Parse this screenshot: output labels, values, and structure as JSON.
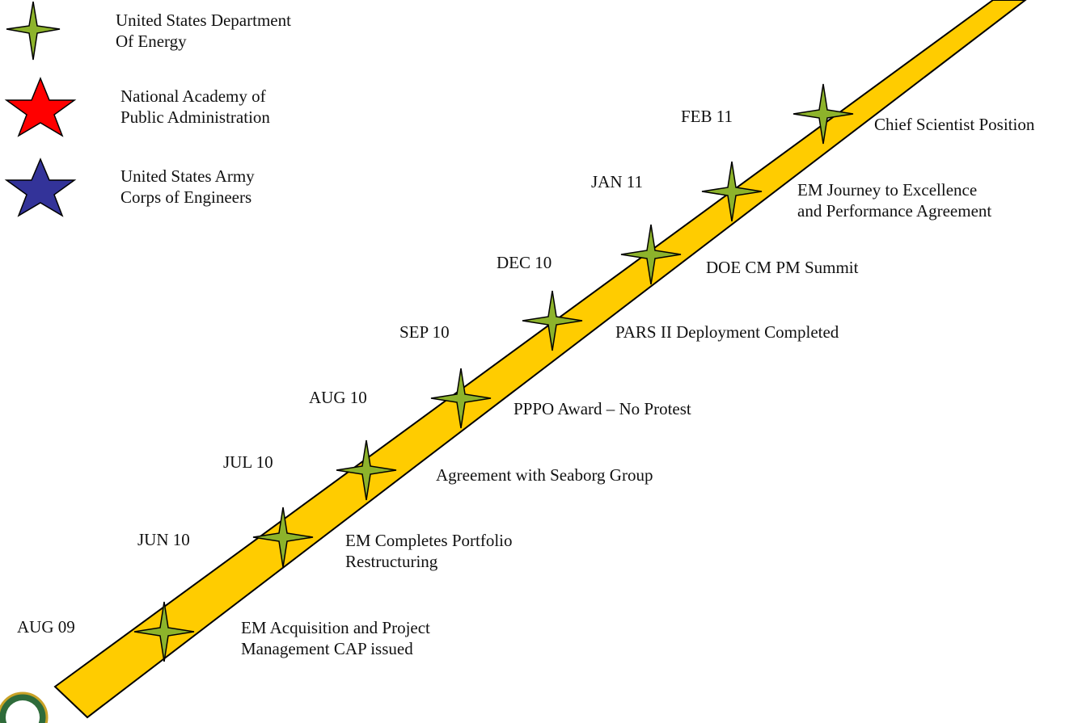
{
  "legend": [
    {
      "line1": "United States Department",
      "line2": "Of Energy",
      "color": "#8db32b",
      "icon": "green-four-point-star-icon"
    },
    {
      "line1": "National Academy of",
      "line2": "Public Administration",
      "color": "#ff0000",
      "icon": "red-star-icon"
    },
    {
      "line1": "United States Army",
      "line2": "Corps of Engineers",
      "color": "#333399",
      "icon": "blue-star-icon"
    }
  ],
  "timeline_color": "#ffcc00",
  "milestone_color": "#8db32b",
  "milestones": [
    {
      "date": "AUG 09",
      "line1": "EM Acquisition and Project",
      "line2": "Management CAP  issued"
    },
    {
      "date": "JUN  10",
      "line1": "EM Completes Portfolio",
      "line2": "Restructuring"
    },
    {
      "date": "JUL 10",
      "line1": "Agreement with Seaborg Group",
      "line2": ""
    },
    {
      "date": "AUG 10",
      "line1": "PPPO Award – No Protest",
      "line2": ""
    },
    {
      "date": "SEP 10",
      "line1": "PARS II Deployment Completed",
      "line2": ""
    },
    {
      "date": "DEC 10",
      "line1": "DOE CM PM Summit",
      "line2": ""
    },
    {
      "date": "JAN 11",
      "line1": "EM  Journey to Excellence",
      "line2": "and Performance  Agreement"
    },
    {
      "date": "FEB 11",
      "line1": "Chief Scientist Position",
      "line2": ""
    }
  ]
}
